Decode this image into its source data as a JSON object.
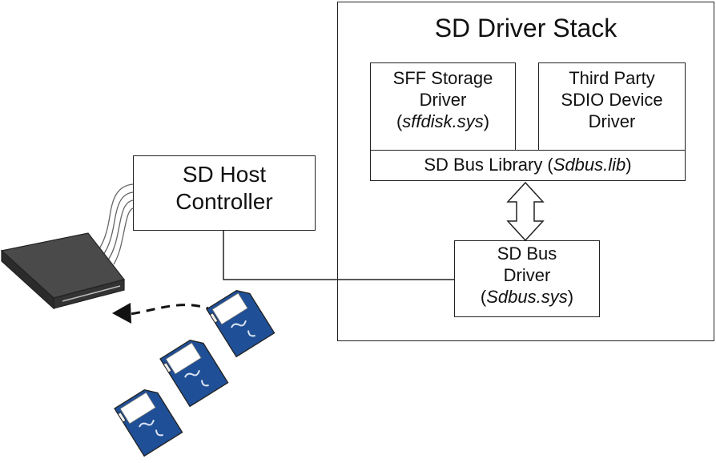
{
  "stack": {
    "title": "SD Driver Stack"
  },
  "sff_driver": {
    "line1": "SFF Storage",
    "line2": "Driver",
    "paren_open": "(",
    "file": "sffdisk.sys",
    "paren_close": ")"
  },
  "third_party_driver": {
    "line1": "Third Party",
    "line2": "SDIO Device",
    "line3": "Driver"
  },
  "bus_library": {
    "label": "SD Bus Library (",
    "file": "Sdbus.lib",
    "paren_close": ")"
  },
  "host_controller": {
    "line1": "SD Host",
    "line2": "Controller"
  },
  "bus_driver": {
    "line1": "SD Bus",
    "line2": "Driver",
    "paren_open": "(",
    "file": "Sdbus.sys",
    "paren_close": ")"
  },
  "colors": {
    "card_blue": "#1f4f96",
    "reader_dark": "#3d3d3d",
    "line": "#222222"
  }
}
